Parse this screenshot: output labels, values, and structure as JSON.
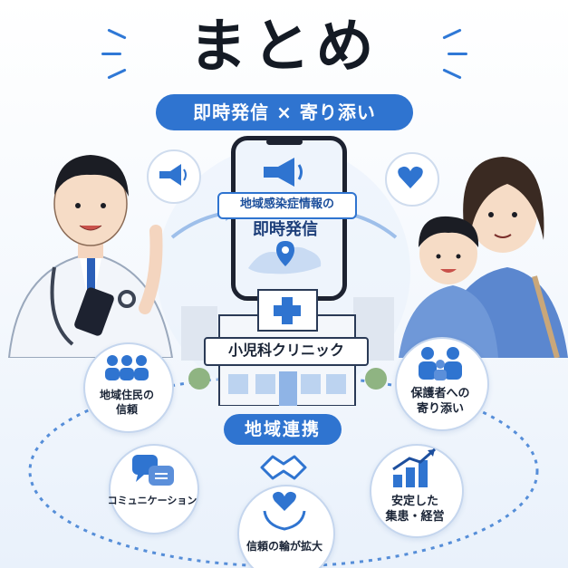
{
  "title": "まとめ",
  "subtitle": "即時発信 × 寄り添い",
  "phone": {
    "label_top": "地域感染症情報の",
    "label_main": "即時発信"
  },
  "clinic": {
    "sign": "小児科クリニック"
  },
  "hub": {
    "label": "地域連携"
  },
  "nodes": {
    "residents": {
      "line1": "地域住民の",
      "line2": "信頼"
    },
    "guardians": {
      "line1": "保護者への",
      "line2": "寄り添い"
    },
    "communication": {
      "label": "コミュニケーション"
    },
    "management": {
      "line1": "安定した",
      "line2": "集患・経営"
    },
    "trust": {
      "label": "信頼の輪が拡大"
    }
  },
  "colors": {
    "accent": "#2f74d0",
    "dark": "#141a24",
    "light_blue": "#e9f1fb"
  },
  "icons": [
    "megaphone-icon",
    "heart-icon",
    "map-pin-icon",
    "people-icon",
    "family-icon",
    "chat-icon",
    "chart-up-icon",
    "handshake-icon",
    "heart-hands-icon",
    "medical-cross-icon"
  ]
}
